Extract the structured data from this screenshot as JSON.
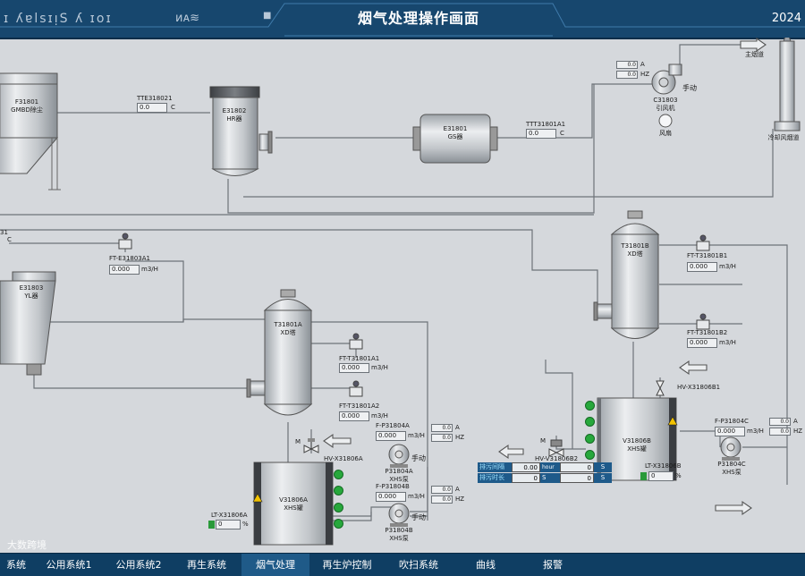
{
  "header": {
    "title": "烟气处理操作画面",
    "left_text": "ɪ ʎɐlsɪᴉS ʎ ɪoɪ",
    "left_text2": "ᴎᴀ≋",
    "year": "2024"
  },
  "equipment": {
    "f31801": {
      "tag": "F31801",
      "name": "GMBD除尘"
    },
    "e31802": {
      "tag": "E31802",
      "name": "HR器"
    },
    "e31801": {
      "tag": "E31801",
      "name": "GS器"
    },
    "c31803": {
      "tag": "C31803",
      "name": "引风机"
    },
    "chimney": {
      "name": "冷却风烟道"
    },
    "main_flue": {
      "name": "主烟道"
    },
    "e31803": {
      "tag": "E31803",
      "name": "YL器"
    },
    "t31801a": {
      "tag": "T31801A",
      "name": "XD塔"
    },
    "t31801b": {
      "tag": "T31801B",
      "name": "XD塔"
    },
    "v31806a": {
      "tag": "V31806A",
      "name": "XHS罐"
    },
    "v31806b": {
      "tag": "V31806B",
      "name": "XHS罐"
    },
    "p31804a": {
      "tag": "P31804A",
      "name": "XHS泵"
    },
    "p31804b": {
      "tag": "P31804B",
      "name": "XHS泵"
    },
    "p31804c": {
      "tag": "P31804C",
      "name": "XHS泵"
    }
  },
  "instruments": {
    "tte318021": {
      "tag": "TTE318021",
      "value": "0.0",
      "unit": "C"
    },
    "ttt31801a1": {
      "tag": "TTT31801A1",
      "value": "0.0",
      "unit": "C"
    },
    "t_left": {
      "tag": "31",
      "unit": "C"
    },
    "ft_e31803a1": {
      "tag": "FT-E31803A1",
      "value": "0.000",
      "unit": "m3/H"
    },
    "ft_t31801a1": {
      "tag": "FT-T31801A1",
      "value": "0.000",
      "unit": "m3/H"
    },
    "ft_t31801a2": {
      "tag": "FT-T31801A2",
      "value": "0.000",
      "unit": "m3/H"
    },
    "ft_t31801b1": {
      "tag": "FT-T31801B1",
      "value": "0.000",
      "unit": "m3/H"
    },
    "ft_t31801b2": {
      "tag": "FT-T31801B2",
      "value": "0.000",
      "unit": "m3/H"
    },
    "f_p31804a": {
      "tag": "F-P31804A",
      "value": "0.000",
      "unit": "m3/H"
    },
    "f_p31804b": {
      "tag": "F-P31804B",
      "value": "0.000",
      "unit": "m3/H"
    },
    "f_p31804c": {
      "tag": "F-P31804C",
      "value": "0.000",
      "unit": "m3/H"
    },
    "lt_x31806a": {
      "tag": "LT-X31806A",
      "value": "0",
      "unit": "%"
    },
    "lt_x31806b": {
      "tag": "LT-X31806B",
      "value": "0",
      "unit": "%"
    }
  },
  "drives": {
    "c31803": {
      "a": "0.0",
      "hz": "0.0",
      "unit_a": "A",
      "unit_hz": "HZ",
      "mode": "手动",
      "fan_label": "风扇"
    },
    "p31804a": {
      "a": "0.0",
      "hz": "0.0",
      "unit_a": "A",
      "unit_hz": "HZ",
      "mode": "手动"
    },
    "p31804b": {
      "a": "0.0",
      "hz": "0.0",
      "unit_a": "A",
      "unit_hz": "HZ",
      "mode": "手动"
    },
    "p31804c": {
      "a": "0.0",
      "hz": "0.0",
      "unit_a": "A",
      "unit_hz": "HZ"
    }
  },
  "valves": {
    "hv_x31806a": {
      "tag": "HV-X31806A",
      "actuator": "M"
    },
    "hv_x31806b1": {
      "tag": "HV-X31806B1"
    },
    "hv_v31806b2": {
      "tag": "HV-V31806B2",
      "actuator": "M"
    }
  },
  "schedule": {
    "row1_label": "排污间隔",
    "row1_value": "0.00",
    "row1_unit": "hour",
    "row1_value2": "0",
    "row1_unit2": "S",
    "row2_label": "排污时长",
    "row2_value": "0",
    "row2_unit": "S",
    "row2_value2": "0",
    "row2_unit2": "S"
  },
  "nav": {
    "items": [
      "系统",
      "公用系统1",
      "公用系统2",
      "再生系统",
      "烟气处理",
      "再生炉控制",
      "吹扫系统",
      "曲线",
      "报警"
    ],
    "active_index": 4
  },
  "watermark": "大数跨境",
  "colors": {
    "header_bg": "#17476e",
    "nav_bg": "#0f3e63",
    "vessel": "#c4c8cc",
    "led_on": "#27a83c",
    "warning": "#f2c200",
    "schedule_bg": "#1e5a8a"
  }
}
